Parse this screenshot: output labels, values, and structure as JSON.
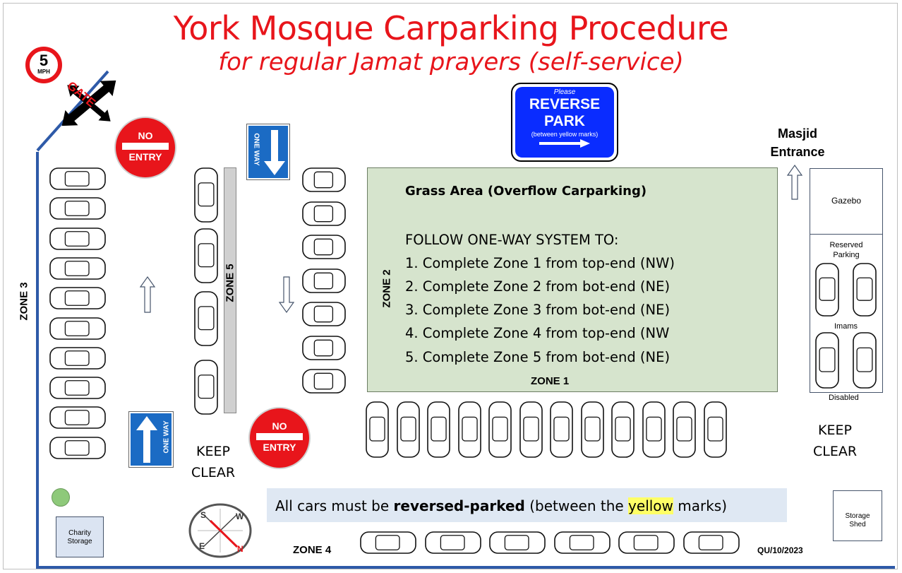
{
  "title": "York Mosque Carparking Procedure",
  "subtitle": "for regular Jamat prayers (self-service)",
  "speed_sign": {
    "value": "5",
    "unit": "MPH"
  },
  "gate_label": "GATE",
  "no_entry": {
    "line1": "NO",
    "line2": "ENTRY"
  },
  "one_way": "ONE WAY",
  "reverse_park": {
    "please": "Please",
    "line1": "REVERSE",
    "line2": "PARK",
    "note": "(between yellow marks)"
  },
  "masjid": {
    "line1": "Masjid",
    "line2": "Entrance"
  },
  "gazebo": "Gazebo",
  "reserved": {
    "line1": "Reserved",
    "line2": "Parking",
    "imams": "Imams",
    "disabled": "Disabled"
  },
  "zones": {
    "z1": "ZONE 1",
    "z2": "ZONE 2",
    "z3": "ZONE 3",
    "z4": "ZONE 4",
    "z5": "ZONE 5"
  },
  "grass": {
    "title": "Grass Area (Overflow Carparking)",
    "heading": "FOLLOW ONE-WAY SYSTEM TO:",
    "steps": [
      "1. Complete Zone 1 from top-end (NW)",
      "2. Complete Zone 2 from bot-end (NE)",
      "3. Complete Zone 3 from bot-end (NE)",
      "4. Complete Zone 4 from top-end (NW",
      "5. Complete Zone 5 from bot-end (NE)"
    ]
  },
  "keep_clear": {
    "line1": "KEEP",
    "line2": "CLEAR"
  },
  "notice": {
    "pre": "All cars must be ",
    "bold": "reversed-parked",
    "mid": " (between the ",
    "yellow": "yellow",
    "post": " marks)"
  },
  "charity": {
    "line1": "Charity",
    "line2": "Storage"
  },
  "storage_shed": {
    "line1": "Storage",
    "line2": "Shed"
  },
  "compass": {
    "s": "S",
    "w": "W",
    "e": "E",
    "n": "N"
  },
  "version": "QU/10/2023",
  "colors": {
    "title_red": "#e8151b",
    "sign_blue": "#1b6bc4",
    "reverse_blue": "#0a2cff",
    "grass": "#d6e4cd",
    "boundary": "#2e5aa8"
  }
}
